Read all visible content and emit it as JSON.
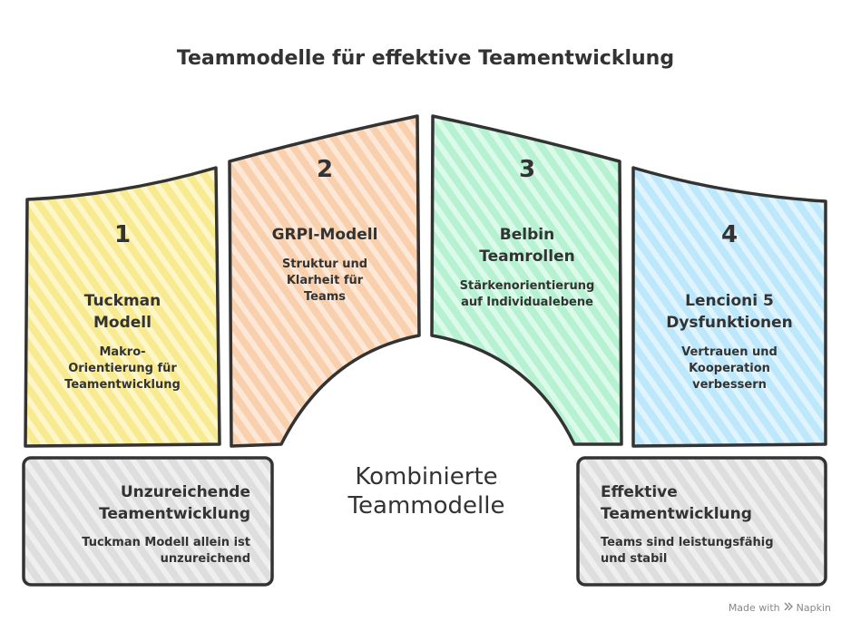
{
  "title": "Teammodelle für effektive Teamentwicklung",
  "center": {
    "line1": "Kombinierte",
    "line2": "Teammodelle"
  },
  "models": [
    {
      "number": "1",
      "name_line1": "Tuckman",
      "name_line2": "Modell",
      "desc_line1": "Makro-",
      "desc_line2": "Orientierung für",
      "desc_line3": "Teamentwicklung"
    },
    {
      "number": "2",
      "name_line1": "GRPI-Modell",
      "desc_line1": "Struktur und",
      "desc_line2": "Klarheit für",
      "desc_line3": "Teams"
    },
    {
      "number": "3",
      "name_line1": "Belbin",
      "name_line2": "Teamrollen",
      "desc_line1": "Stärkenorientierung",
      "desc_line2": "auf Individualebene"
    },
    {
      "number": "4",
      "name_line1": "Lencioni 5",
      "name_line2": "Dysfunktionen",
      "desc_line1": "Vertrauen und",
      "desc_line2": "Kooperation",
      "desc_line3": "verbessern"
    }
  ],
  "outcomes": [
    {
      "title_line1": "Unzureichende",
      "title_line2": "Teamentwicklung",
      "desc_line1": "Tuckman Modell allein ist",
      "desc_line2": "unzureichend"
    },
    {
      "title_line1": "Effektive",
      "title_line2": "Teamentwicklung",
      "desc_line1": "Teams sind leistungsfähig",
      "desc_line2": "und stabil"
    }
  ],
  "footer": {
    "text": "Made with",
    "brand": "Napkin"
  },
  "colors": {
    "yellow": "#fbf0a6",
    "peach": "#fbd9bd",
    "mint": "#c4f5dc",
    "sky": "#c9ecfb",
    "gray": "#e4e4e4",
    "stroke": "#333333"
  }
}
